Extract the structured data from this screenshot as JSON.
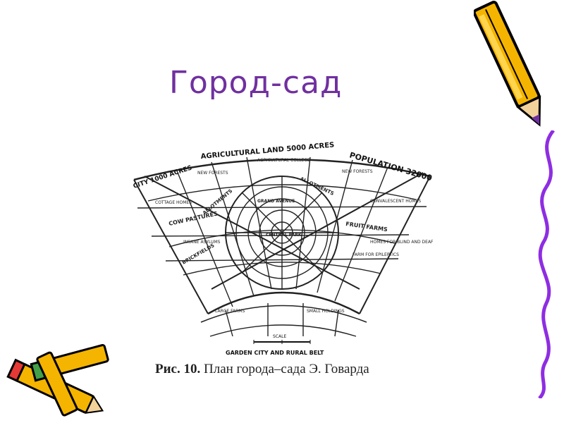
{
  "slide": {
    "title": "Город-сад"
  },
  "plan": {
    "top_arc_labels": [
      "CITY 1000 ACRES",
      "AGRICULTURAL LAND 5000 ACRES",
      "POPULATION 32000"
    ],
    "zone_labels": [
      "AGRICULTURAL COLLEGE",
      "NEW FORESTS",
      "NEW FORESTS",
      "CONVALESCENT HOMES",
      "COTTAGE HOMES",
      "ALLOTMENTS",
      "ALLOTMENTS",
      "COW PASTURES",
      "FRUIT FARMS",
      "HOMES FOR BLIND AND DEAF",
      "FARM FOR EPILEPTICS",
      "BRICKFIELDS",
      "INSANE ASYLUMS",
      "LARGE FARMS",
      "SMALL HOLDINGS",
      "CENTRAL PARK",
      "GRAND AVENUE"
    ],
    "scale_label": "SCALE",
    "bottom_label": "GARDEN CITY AND RURAL BELT"
  },
  "caption": {
    "label": "Рис. 10.",
    "text": "План города–сада Э. Говарда"
  },
  "colors": {
    "title": "#7030a0",
    "squiggle": "#8e2de2",
    "pencil_body": "#f4b400",
    "pencil_outline": "#000000"
  },
  "icons": [
    "pencil-icon",
    "pencils-icon",
    "squiggle-line"
  ]
}
